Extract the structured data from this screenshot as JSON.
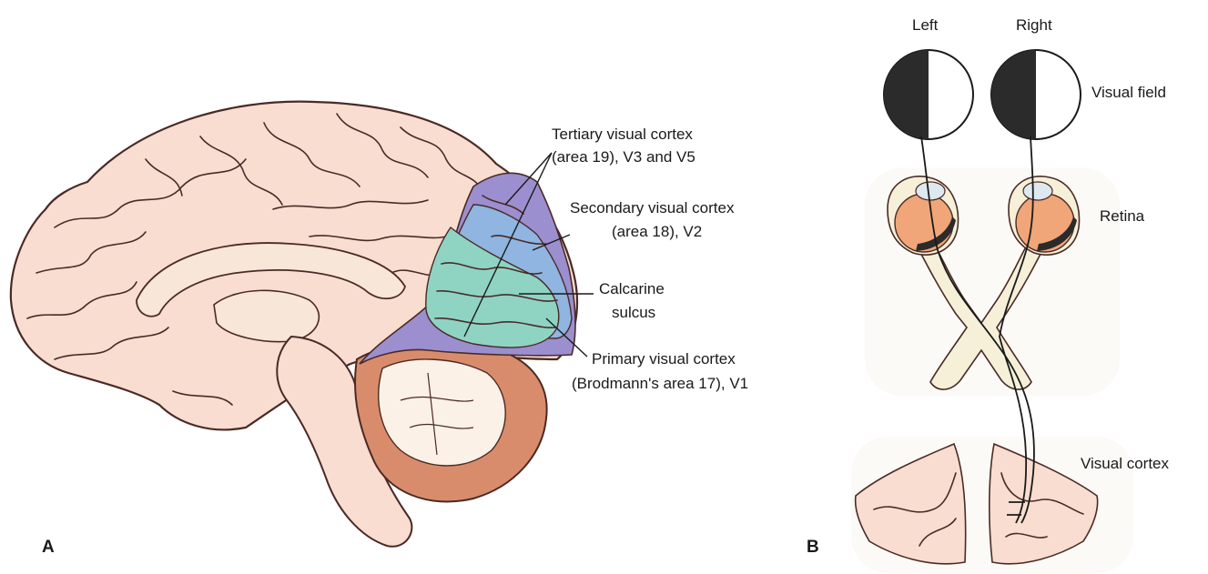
{
  "panel_a": {
    "letter": "A",
    "labels": {
      "tertiary_line1": "Tertiary visual cortex",
      "tertiary_line2": "(area 19), V3 and V5",
      "secondary_line1": "Secondary visual cortex",
      "secondary_line2": "(area 18), V2",
      "calcarine_line1": "Calcarine",
      "calcarine_line2": "sulcus",
      "primary_line1": "Primary visual cortex",
      "primary_line2": "(Brodmann's area 17), V1"
    }
  },
  "panel_b": {
    "letter": "B",
    "labels": {
      "left": "Left",
      "right": "Right",
      "visual_field": "Visual field",
      "retina": "Retina",
      "visual_cortex": "Visual cortex"
    }
  },
  "colors": {
    "brain_skin": "#f9ddd0",
    "outline": "#4a2a26",
    "area_17_primary": "#8fd3c3",
    "area_18_secondary": "#8fb5e0",
    "area_19_tertiary": "#9c8fcf",
    "cerebellum": "#d98c6b",
    "eyeball": "#f0a678",
    "optic_pathway": "#f6f0d8"
  }
}
